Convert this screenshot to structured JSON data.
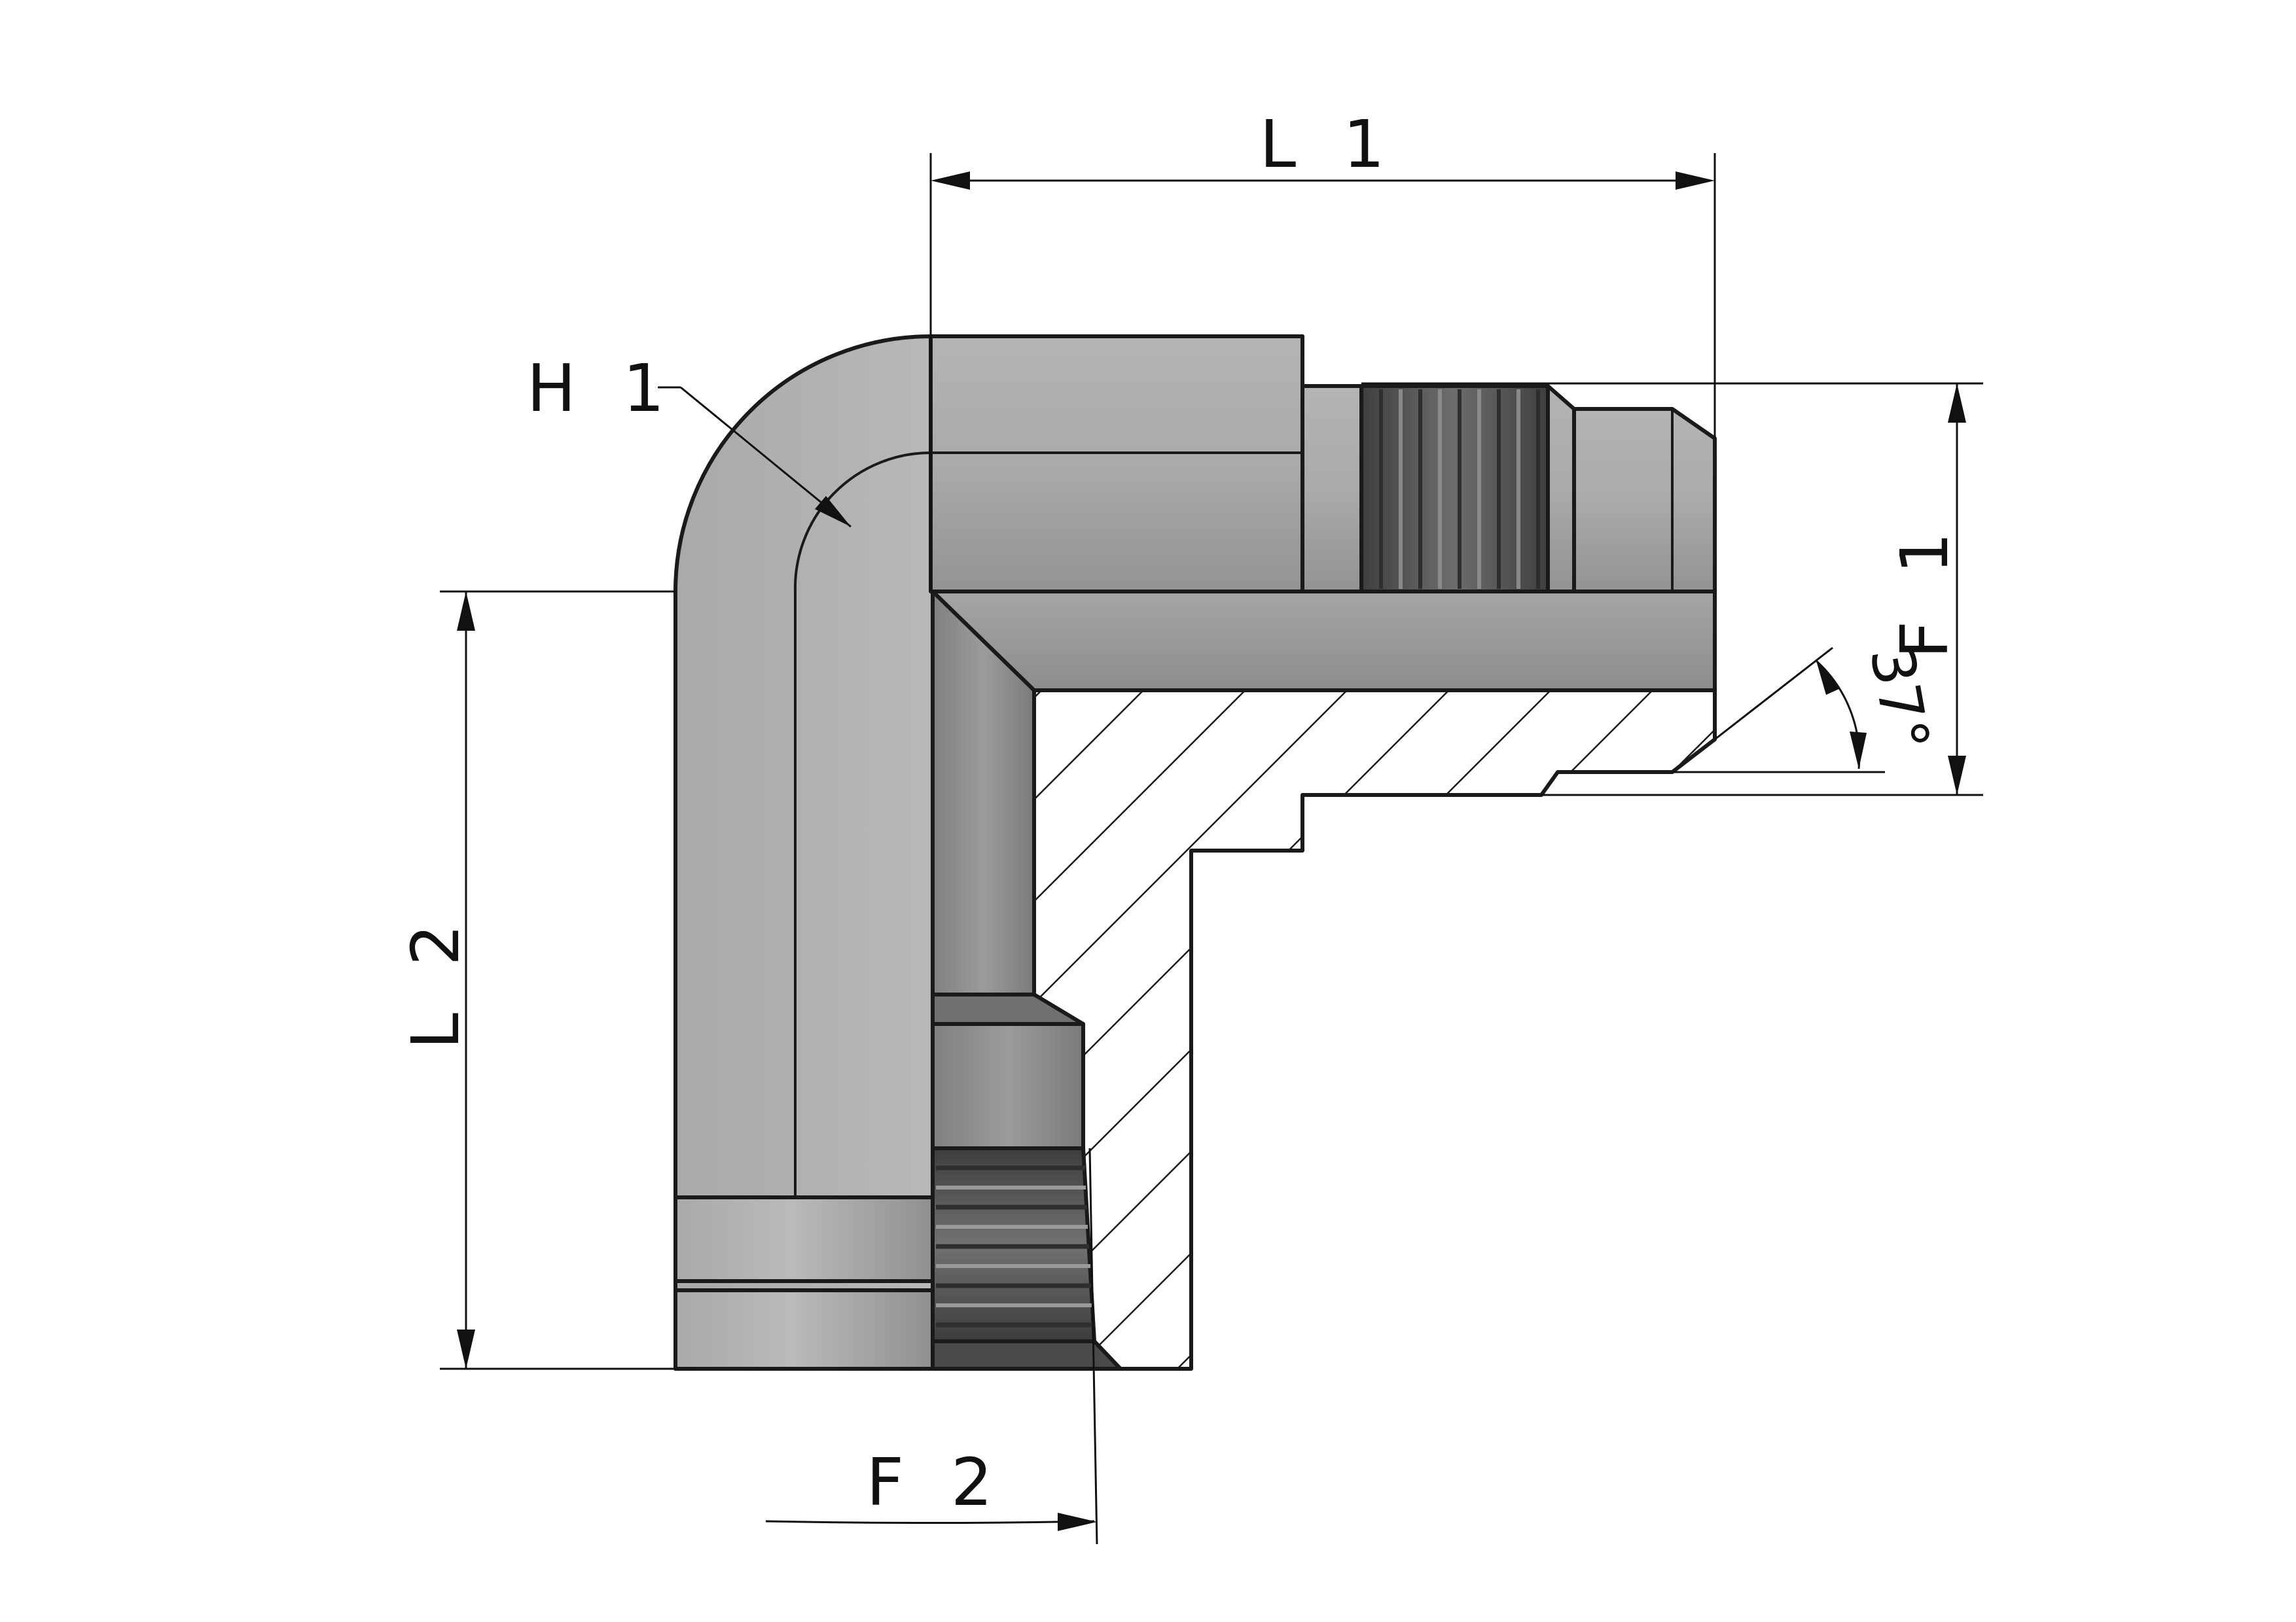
{
  "labels": {
    "l1": "L 1",
    "l2": "L 2",
    "f1": "F 1",
    "f2": "F 2",
    "h1": "H 1",
    "angle": "37°"
  },
  "colors": {
    "body_light": "#b8b9bb",
    "body_mid": "#a5a6a8",
    "body_dark": "#959698",
    "bore": "#8d8e90",
    "thread_dark": "#4a4a4c",
    "thread_light": "#8a8a8c",
    "section_fill": "#ffffff",
    "outline": "#1a1a1a"
  }
}
